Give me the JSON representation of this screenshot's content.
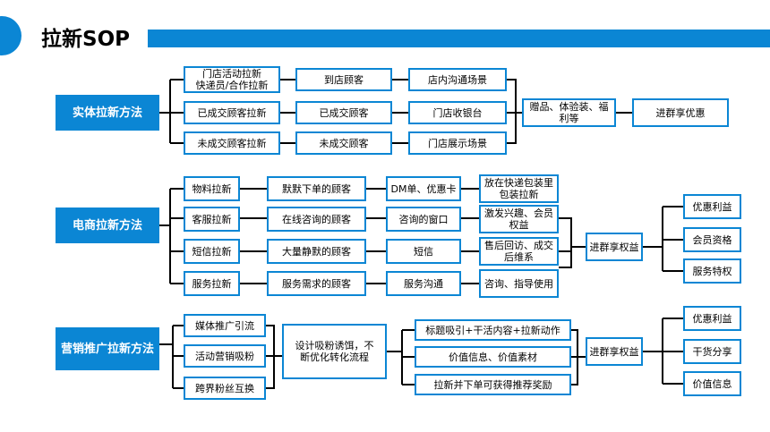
{
  "page": {
    "title": "拉新SOP"
  },
  "section1": {
    "label": "实体拉新方法",
    "col1": [
      "门店活动拉新\n快递员/合作拉新",
      "已成交顾客拉新",
      "未成交顾客拉新"
    ],
    "col2": [
      "到店顾客",
      "已成交顾客",
      "未成交顾客"
    ],
    "col3": [
      "店内沟通场景",
      "门店收银台",
      "门店展示场景"
    ],
    "merge": "赠品、体验装、福利等",
    "final": "进群享优惠"
  },
  "section2": {
    "label": "电商拉新方法",
    "col1": [
      "物料拉新",
      "客服拉新",
      "短信拉新",
      "服务拉新"
    ],
    "col2": [
      "默默下单的顾客",
      "在线咨询的顾客",
      "大量静默的顾客",
      "服务需求的顾客"
    ],
    "col3": [
      "DM单、优惠卡",
      "咨询的窗口",
      "短信",
      "服务沟通"
    ],
    "col4": [
      "放在快递包装里包装拉新",
      "激发兴趣、会员权益",
      "售后回访、成交后维系",
      "咨询、指导使用"
    ],
    "merge": "进群享权益",
    "outcomes": [
      "优惠利益",
      "会员资格",
      "服务特权"
    ]
  },
  "section3": {
    "label": "营销推广拉新方法",
    "col1": [
      "媒体推广引流",
      "活动营销吸粉",
      "跨界粉丝互换"
    ],
    "center": "设计吸粉诱饵，不断优化转化流程",
    "col3": [
      "标题吸引+干活内容+拉新动作",
      "价值信息、价值素材",
      "拉新并下单可获得推荐奖励"
    ],
    "merge": "进群享权益",
    "outcomes": [
      "优惠利益",
      "干货分享",
      "价值信息"
    ]
  }
}
